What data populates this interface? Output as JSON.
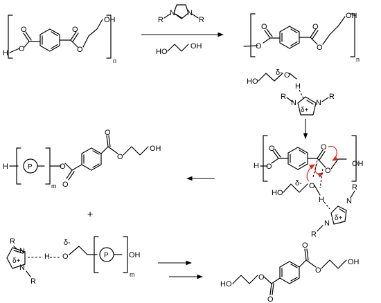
{
  "labels": {
    "H": "H",
    "O": "O",
    "OH": "OH",
    "HO": "HO",
    "n": "n",
    "m": "m",
    "R": "R",
    "N": "N",
    "P": "P",
    "delta_minus": "δ-",
    "delta_plus": "δ+",
    "plus": "+"
  },
  "colors": {
    "ink": "#000000",
    "electron_arrow": "#e0261f"
  }
}
